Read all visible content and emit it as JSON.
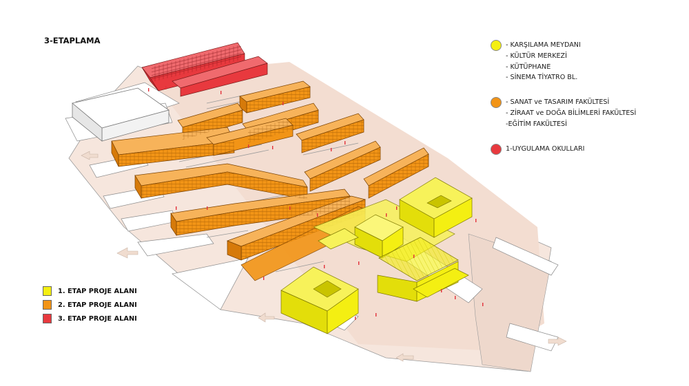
{
  "title": "3-ETAPLAMA",
  "colors": {
    "yellow": "#f4ef12",
    "orange": "#f29416",
    "red": "#e8393e",
    "plaza": "#f3ded3",
    "outline": "#8a8a8a"
  },
  "legend_right": [
    {
      "color": "#f4ef12",
      "lines": [
        "- KARŞILAMA MEYDANI",
        "- KÜLTÜR MERKEZİ",
        "- KÜTÜPHANE",
        "- SİNEMA TİYATRO BL."
      ]
    },
    {
      "color": "#f29416",
      "lines": [
        "- SANAT ve TASARIM FAKÜLTESİ",
        "- ZİRAAT ve DOĞA BİLİMLERİ FAKÜLTESİ",
        "-EĞİTİM FAKÜLTESİ"
      ]
    },
    {
      "color": "#e8393e",
      "lines": [
        "1-UYGULAMA OKULLARI"
      ]
    }
  ],
  "legend_left": [
    {
      "color": "#f4ef12",
      "label": "1. ETAP PROJE ALANI"
    },
    {
      "color": "#f29416",
      "label": "2. ETAP PROJE ALANI"
    },
    {
      "color": "#e8393e",
      "label": "3. ETAP PROJE ALANI"
    }
  ]
}
